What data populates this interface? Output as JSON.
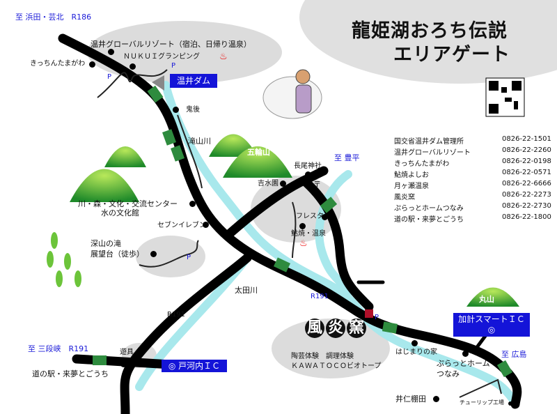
{
  "title": {
    "line1": "龍姫湖おろち伝説",
    "line2": "エリアゲート"
  },
  "directions": {
    "north": "至 浜田・芸北　R186",
    "toyohira": "至 豊平",
    "sandankyo": "至 三段峡　R191",
    "hiroshima": "至 広島"
  },
  "places": {
    "resort": "温井グローバルリゾート（宿泊、日帰り温泉）",
    "glamping": "ＮＵＫＵＩグランピング",
    "kitchin_top": "きっちんたまがわ",
    "dam": "温井ダム",
    "onigo": "鬼後",
    "takiyamagawa": "滝山川",
    "gorinzan": "五輪山",
    "nagao": "長尾神社",
    "yoshimizuen": "吉水園",
    "post": "〒",
    "fresta": "フレスタ",
    "ayuyaki": "鮎焼・温泉",
    "culture_center_1": "川・森・文化・交流センター",
    "culture_center_2": "水の文化館",
    "seven": "セブンイレブン",
    "falls_1": "深山の滝",
    "falls_2": "展望台（徒歩）",
    "otagawa": "太田川",
    "r191_left": "R191",
    "r191_right": "R191",
    "playground": "遊具",
    "michinoeki": "道の駅・来夢とごうち",
    "togouchi_ic": "◎ 戸河内ＩＣ",
    "kake_ic": "加計スマートＩＣ",
    "kake_ic_mark": "◎",
    "maruyama": "丸山",
    "kiln": [
      "風",
      "炎",
      "窯"
    ],
    "kiln_sub1": "陶芸体験　調理体験",
    "kiln_sub2": "ＫＡＷＡＴＯＣＯビオトープ",
    "hajimari": "はじまりの家",
    "tsunami_1": "ぷらっとホーム",
    "tsunami_2": "つなみ",
    "ijin": "井仁棚田",
    "tulip": "チューリップ工場",
    "parking": "P",
    "onsen_mark": "♨"
  },
  "phones": [
    {
      "name": "国交省温井ダム管理所",
      "tel": "0826-22-1501"
    },
    {
      "name": "温井グローバルリゾート",
      "tel": "0826-22-2260"
    },
    {
      "name": "きっちんたまがわ",
      "tel": "0826-22-0198"
    },
    {
      "name": "鮎焼よしお",
      "tel": "0826-22-0571"
    },
    {
      "name": "月ヶ瀬温泉",
      "tel": "0826-22-6666"
    },
    {
      "name": "風炎窯",
      "tel": "0826-22-2273"
    },
    {
      "name": "ぷらっとホームつなみ",
      "tel": "0826-22-2730"
    },
    {
      "name": "道の駅・来夢とごうち",
      "tel": "0826-22-1800"
    }
  ],
  "colors": {
    "river": "#a8e8ec",
    "road": "#000000",
    "tunnel": "#2e8b3e",
    "area": "#dcdcdc",
    "mountain": "#6cc43a",
    "label_box": "#1414d8"
  }
}
